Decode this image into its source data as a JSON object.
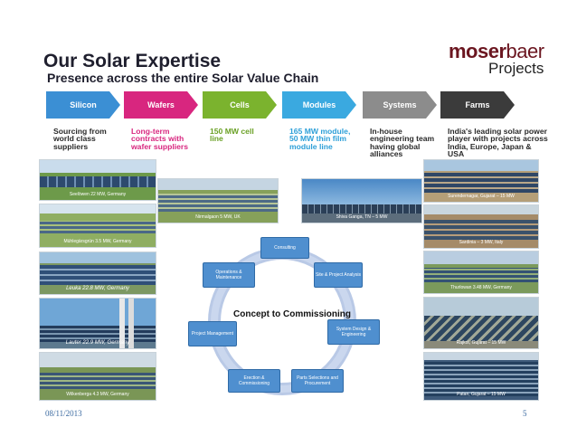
{
  "header": {
    "title": "Our Solar Expertise",
    "subtitle": "Presence across the entire Solar Value Chain",
    "logo_part1": "moser",
    "logo_part2": "baer",
    "logo_sub": "Projects"
  },
  "value_chain": [
    {
      "label": "Silicon",
      "color": "#3b8fd4",
      "desc": "Sourcing from world class suppliers",
      "desc_color": "#2a2a2a"
    },
    {
      "label": "Wafers",
      "color": "#d8267f",
      "desc": "Long-term contracts with wafer suppliers",
      "desc_color": "#d8267f"
    },
    {
      "label": "Cells",
      "color": "#7bb32e",
      "desc": "150 MW cell line",
      "desc_color": "#6aa025"
    },
    {
      "label": "Modules",
      "color": "#3aa9e0",
      "desc": "165 MW module, 50 MW thin film module line",
      "desc_color": "#2d9fd8"
    },
    {
      "label": "Systems",
      "color": "#8c8c8c",
      "desc": "In-house engineering team having global alliances",
      "desc_color": "#2a2a2a"
    },
    {
      "label": "Farms",
      "color": "#3b3b3b",
      "desc": "India's leading solar power player with projects across India, Europe, Japan & USA",
      "desc_color": "#2a2a2a"
    }
  ],
  "photos": {
    "left": [
      "Seelöwen 22 MW, Germany",
      "Mühlegärsgrün 3.5 MW, Germany",
      "Leuka 22.8 MW, Germany",
      "Lauter 22.9 MW, Germany",
      "Wilkenberga 4.3 MW, Germany"
    ],
    "middle": [
      "Nirmalgaon 5 MW, UK",
      "Shiva Ganga, TN – 5 MW"
    ],
    "right": [
      "Surendernagar, Gujarat – 15 MW",
      "Sardinia – 3 MW, Italy",
      "Thurlowan 3.48 MW, Germany",
      "Rajkot, Gujarat – 15 MW",
      "Patan, Gujarat – 15 MW"
    ]
  },
  "cycle": {
    "title": "Concept to Commissioning",
    "steps": [
      "Consulting",
      "Site & Project Analysis",
      "System Design & Engineering",
      "Parts Selections and Procurement",
      "Erection & Commissioning",
      "Project Management",
      "Operations & Maintenance"
    ]
  },
  "footer": {
    "date": "08/11/2013",
    "page": "5"
  }
}
